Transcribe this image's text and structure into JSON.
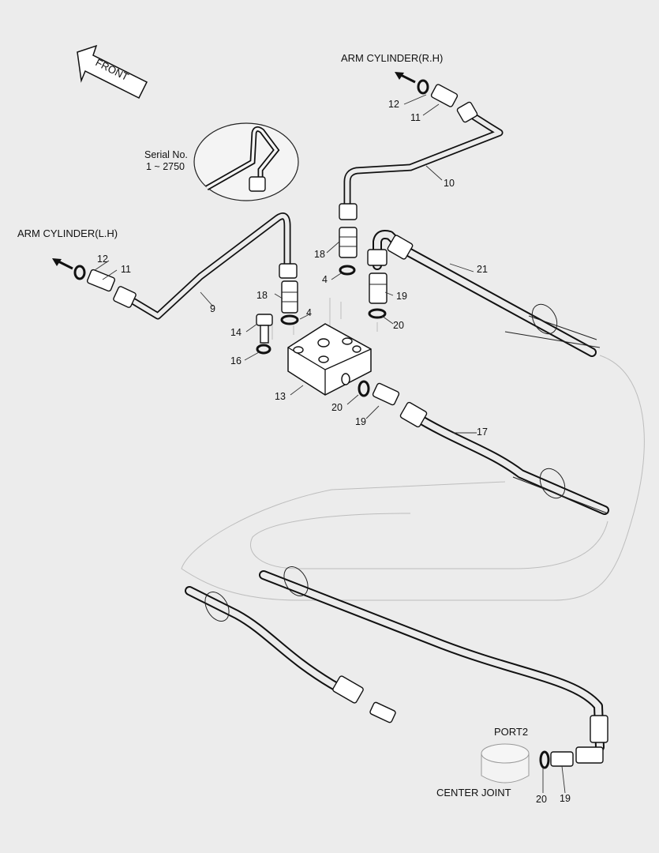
{
  "direction": {
    "label": "FRONT"
  },
  "destinations": {
    "arm_rh": "ARM CYLINDER(R.H)",
    "arm_lh": "ARM CYLINDER(L.H)",
    "port": "PORT2",
    "center_joint": "CENTER JOINT"
  },
  "inset": {
    "line1": "Serial No.",
    "line2": "1 ~ 2750"
  },
  "callouts": {
    "c12a": "12",
    "c11a": "11",
    "c10": "10",
    "c12b": "12",
    "c11b": "11",
    "c9": "9",
    "c18a": "18",
    "c4a": "4",
    "c19a": "19",
    "c20a": "20",
    "c21": "21",
    "c18b": "18",
    "c4b": "4",
    "c14": "14",
    "c16": "16",
    "c13": "13",
    "c20b": "20",
    "c19b": "19",
    "c17": "17",
    "c20c": "20",
    "c19c": "19"
  }
}
